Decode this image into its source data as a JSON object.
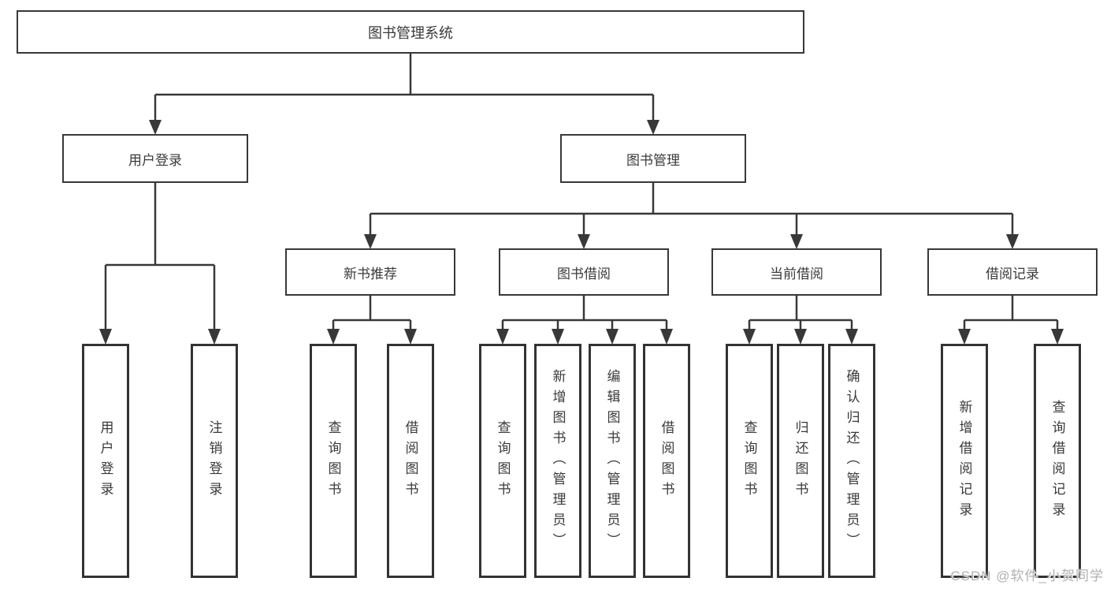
{
  "tree": {
    "label": "图书管理系统",
    "children": [
      {
        "label": "用户登录",
        "children": [
          {
            "label": "用户登录"
          },
          {
            "label": "注销登录"
          }
        ]
      },
      {
        "label": "图书管理",
        "children": [
          {
            "label": "新书推荐",
            "children": [
              {
                "label": "查询图书"
              },
              {
                "label": "借阅图书"
              }
            ]
          },
          {
            "label": "图书借阅",
            "children": [
              {
                "label": "查询图书"
              },
              {
                "label": "新增图书（管理员）"
              },
              {
                "label": "编辑图书（管理员）"
              },
              {
                "label": "借阅图书"
              }
            ]
          },
          {
            "label": "当前借阅",
            "children": [
              {
                "label": "查询图书"
              },
              {
                "label": "归还图书"
              },
              {
                "label": "确认归还（管理员）"
              }
            ]
          },
          {
            "label": "借阅记录",
            "children": [
              {
                "label": "新增借阅记录"
              },
              {
                "label": "查询借阅记录"
              }
            ]
          }
        ]
      }
    ]
  },
  "watermark": {
    "text": "CSDN @软件_小贺同学"
  },
  "colors": {
    "line": "#383838",
    "text": "#3a3a3a",
    "box_background": "#ffffff",
    "watermark": "#b0b0b0",
    "background": "#ffffff"
  }
}
